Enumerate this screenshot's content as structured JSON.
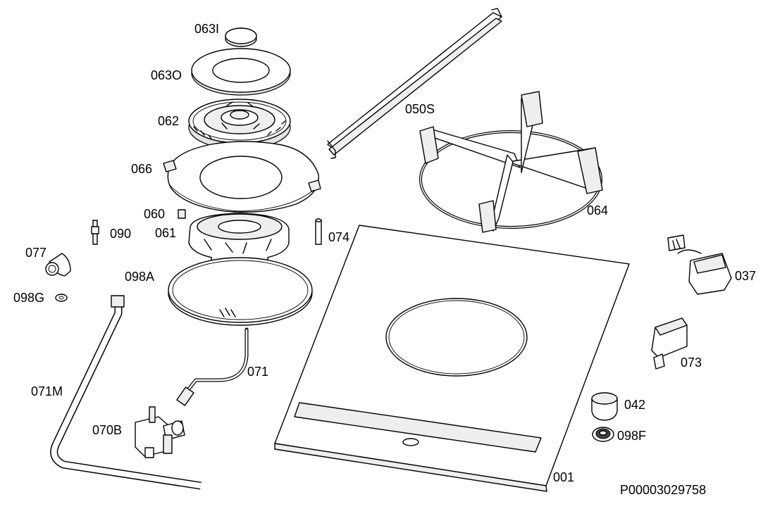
{
  "diagram": {
    "parts": {
      "p063I": "063I",
      "p063O": "063O",
      "p062": "062",
      "p066": "066",
      "p060": "060",
      "p061": "061",
      "p090": "090",
      "p074": "074",
      "p077": "077",
      "p098G": "098G",
      "p098A": "098A",
      "p071": "071",
      "p071M": "071M",
      "p070B": "070B",
      "p050S": "050S",
      "p064": "064",
      "p037": "037",
      "p073": "073",
      "p042": "042",
      "p098F": "098F",
      "p001": "001"
    },
    "drawing_number": "P00003029758"
  }
}
